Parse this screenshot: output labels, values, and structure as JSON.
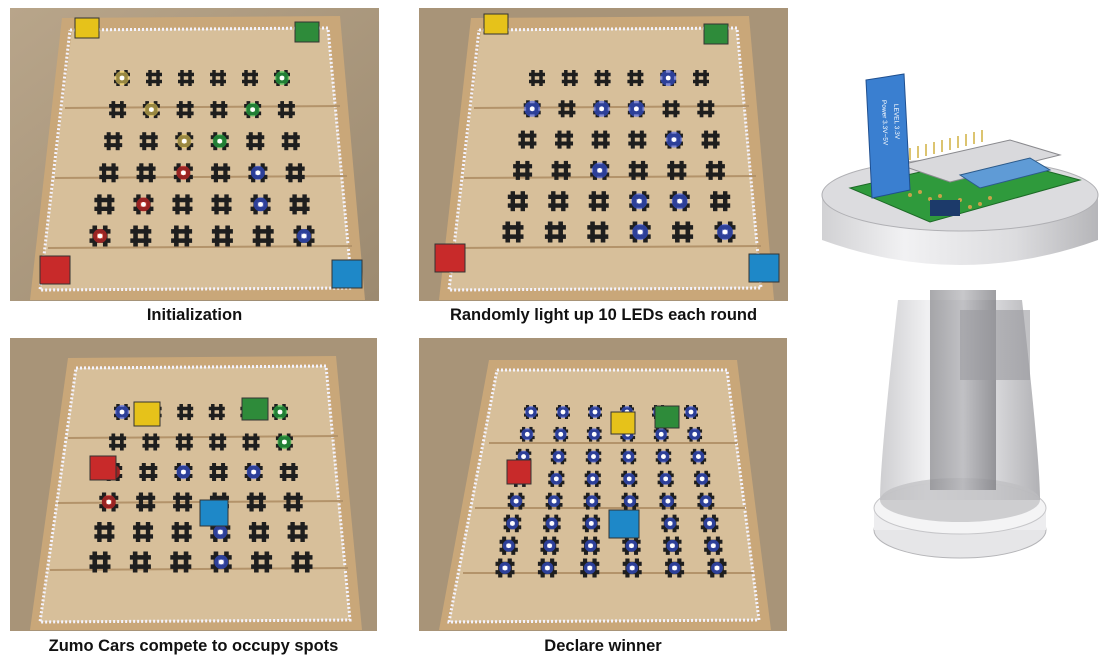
{
  "captions": {
    "initialization": "Initialization",
    "random_leds": "Randomly light up 10 LEDs each round",
    "compete": "Zumo Cars compete to occupy spots",
    "declare": "Declare winner"
  },
  "board_text": {
    "module_label": "Power 3.3V~5V",
    "module_label_2": "LEVEL 3.3V"
  },
  "colors": {
    "background": "#ffffff",
    "plywood": "#c9a779",
    "car_yellow": "#e6c21a",
    "car_green": "#2e8b3a",
    "car_red": "#c82a2a",
    "car_blue": "#1e88c8",
    "led_blue": "#3a5cff",
    "led_green": "#26d04a",
    "led_red": "#ff2a2a",
    "led_yellow": "#ffe060",
    "pcb_green": "#2f9a3c",
    "module_blue": "#3a7fd0"
  },
  "panels": [
    {
      "id": "initialization",
      "caption_key": "initialization"
    },
    {
      "id": "random_leds",
      "caption_key": "random_leds"
    },
    {
      "id": "compete",
      "caption_key": "compete"
    },
    {
      "id": "declare",
      "caption_key": "declare"
    }
  ]
}
